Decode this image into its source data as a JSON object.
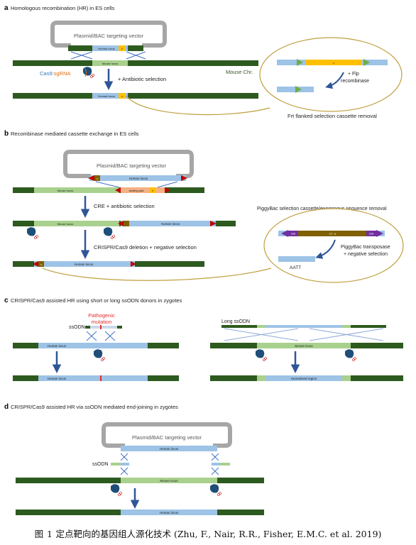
{
  "panels": {
    "a": {
      "letter": "a",
      "title": "Homologous recombination (HR) in ES cells",
      "vector": "Plasmid/BAC targeting vector",
      "human_locus": "Human locus",
      "mouse_locus": "Mouse locus",
      "marker": "x",
      "cas9": "Cas9",
      "colon": ":",
      "sgrna": "sgRNA",
      "step": "+ Antibiotic selection",
      "mouse_chr": "Mouse Chr.",
      "flp": "+ Flp",
      "recombinase": "recombinase",
      "removal": "Frt flanked selection cassette removal"
    },
    "b": {
      "letter": "b",
      "title": "Recombinase mediated cassette exchange in ES cells",
      "vector": "Plasmid/BAC targeting vector",
      "human_locus": "Human locus",
      "mouse_locus": "Mouse locus",
      "landing_pad": "landing pad",
      "marker": "x",
      "step1": "CRE + antibiotic selection",
      "step2": "CRISPR/Cas9 deletion + negative selection",
      "pb_title": "PiggyBac selection cassette/exogenous sequence removal",
      "itr": "ITR",
      "cassette": "+/− x",
      "transposase": "PiggyBac transposase",
      "negsel": "+ negative selection",
      "aatt": "AATT"
    },
    "c": {
      "letter": "c",
      "title": "CRISPR/Cas9 assisted HR using short or long ssODN donors in zygotes",
      "pathogenic": "Pathogenic",
      "mutation": "mutation",
      "ssodn": "ssODN",
      "human_locus": "Human locus",
      "long_ssodn": "Long ssODN",
      "mouse_locus": "Mouse locus",
      "humanised": "Humanised region"
    },
    "d": {
      "letter": "d",
      "title": "CRISPR/Cas9 assisted HR via ssODN mediated end-joining in zygotes",
      "vector": "Plasmid/BAC targeting vector",
      "human_locus": "Human locus",
      "ssodn": "ssODN",
      "mouse_locus": "Mouse locus"
    }
  },
  "caption": {
    "label": "图 1",
    "text": "定点靶向的基因组人源化技术",
    "citation": "(Zhu, F., Nair, R.R., Fisher, E.M.C. et al. 2019)"
  },
  "colors": {
    "mouse_dark": "#2d5a1f",
    "mouse_light": "#a9d18e",
    "human": "#9dc3e6",
    "vector_grey": "#a6a6a6",
    "selection_yellow": "#ffc000",
    "frt_green": "#70ad47",
    "loxp_red": "#c00000",
    "itr_purple": "#7030a0",
    "cassette_brown": "#806000",
    "cas9_blue": "#1f4e79",
    "arrow_blue": "#2f5597",
    "bubble_border": "#bf9f3f",
    "mutation_red": "#e32b2b",
    "sgrna_orange": "#e36c09",
    "cas9_text_blue": "#2e75b6"
  }
}
